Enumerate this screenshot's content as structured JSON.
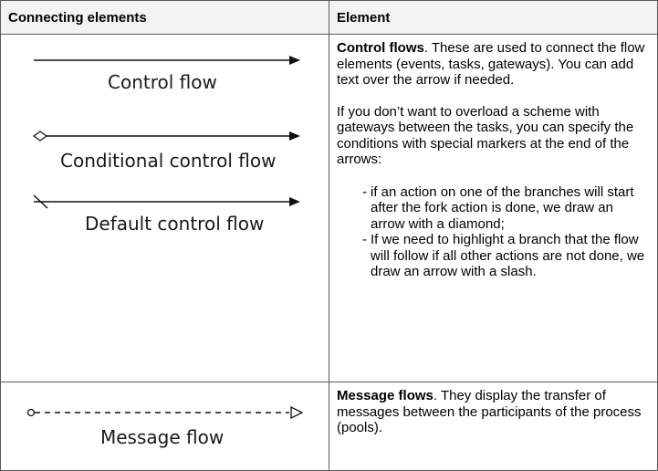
{
  "header": {
    "col1": "Connecting elements",
    "col2": "Element"
  },
  "rows": [
    {
      "diagram_labels": {
        "control_flow": "Control flow",
        "conditional_control_flow": "Conditional control flow",
        "default_control_flow": "Default control flow"
      },
      "title": "Control flows",
      "intro": ". These are used to connect the flow elements (events, tasks, gateways). You can add text over the arrow if needed.",
      "paragraph": "If you don’t want to overload a scheme with gateways between the tasks, you can specify the conditions with special markers at the end of the arrows:",
      "bullets": [
        {
          "dash": "-",
          "text": "if an action on one of the branches will start after the fork action is done, we draw an arrow with a diamond;"
        },
        {
          "dash": "-",
          "text": "If we need to highlight a branch that the flow will follow if all other actions are not done, we draw an arrow with a slash."
        }
      ]
    },
    {
      "diagram_labels": {
        "message_flow": "Message flow"
      },
      "title": "Message flows",
      "intro": ". They display the transfer of messages between the participants of the process (pools)."
    }
  ]
}
